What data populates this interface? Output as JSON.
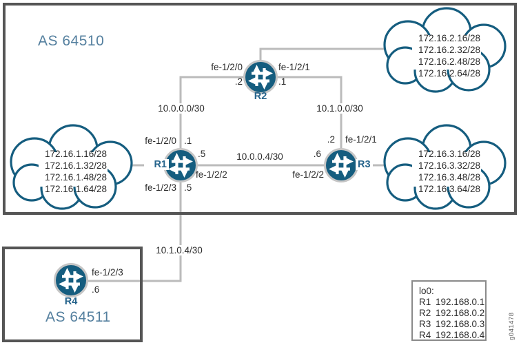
{
  "colors": {
    "router_fill": "#155d7f",
    "cloud_stroke": "#155d7f",
    "as_label": "#55809f",
    "router_label": "#26648c",
    "link_line": "#bbbbbb",
    "box_border": "#555555",
    "label_text": "#2b2b2b"
  },
  "as64510": {
    "label": "AS 64510"
  },
  "as64511": {
    "label": "AS 64511"
  },
  "routers": {
    "r1": "R1",
    "r2": "R2",
    "r3": "R3",
    "r4": "R4"
  },
  "clouds": {
    "r1_networks": [
      "172.16.1.16/28",
      "172.16.1.32/28",
      "172.16.1.48/28",
      "172.16.1.64/28"
    ],
    "r2_networks": [
      "172.16.2.16/28",
      "172.16.2.32/28",
      "172.16.2.48/28",
      "172.16.2.64/28"
    ],
    "r3_networks": [
      "172.16.3.16/28",
      "172.16.3.32/28",
      "172.16.3.48/28",
      "172.16.3.64/28"
    ]
  },
  "links": {
    "r1_r2": {
      "subnet": "10.0.0.0/30",
      "r1_if": "fe-1/2/0",
      "r1_addr": ".1",
      "r2_if": "fe-1/2/0",
      "r2_addr": ".2"
    },
    "r2_r3": {
      "subnet": "10.1.0.0/30",
      "r2_if": "fe-1/2/1",
      "r2_addr": ".1",
      "r3_if": "fe-1/2/1",
      "r3_addr": ".2"
    },
    "r1_r3": {
      "subnet": "10.0.0.4/30",
      "r1_if": "fe-1/2/2",
      "r1_addr": ".5",
      "r3_if": "fe-1/2/2",
      "r3_addr": ".6"
    },
    "r1_r4": {
      "subnet": "10.1.0.4/30",
      "r1_if": "fe-1/2/3",
      "r1_addr": ".5",
      "r4_if": "fe-1/2/3",
      "r4_addr": ".6"
    }
  },
  "legend": {
    "title": "lo0:",
    "rows": [
      {
        "id": "R1",
        "ip": "192.168.0.1"
      },
      {
        "id": "R2",
        "ip": "192.168.0.2"
      },
      {
        "id": "R3",
        "ip": "192.168.0.3"
      },
      {
        "id": "R4",
        "ip": "192.168.0.4"
      }
    ]
  },
  "figure_id": "g041478"
}
